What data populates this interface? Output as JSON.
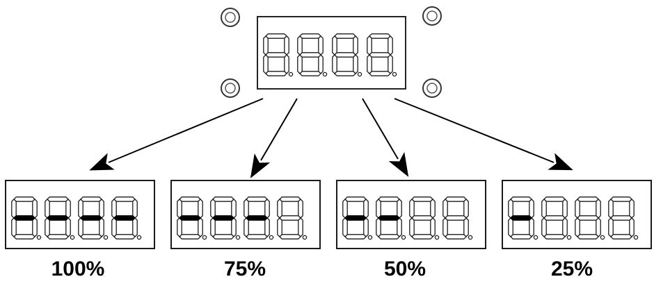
{
  "colors": {
    "outline": "#1a1a1a",
    "segment_lit": "#000000",
    "segment_off": "#ffffff",
    "panel_fill": "#ffffff"
  },
  "main_display": {
    "digit_count": 4,
    "lit_segments": []
  },
  "indicator_levels": [
    {
      "label": "100%",
      "lit_digits": 4
    },
    {
      "label": "75%",
      "lit_digits": 3
    },
    {
      "label": "50%",
      "lit_digits": 2
    },
    {
      "label": "25%",
      "lit_digits": 1
    }
  ]
}
